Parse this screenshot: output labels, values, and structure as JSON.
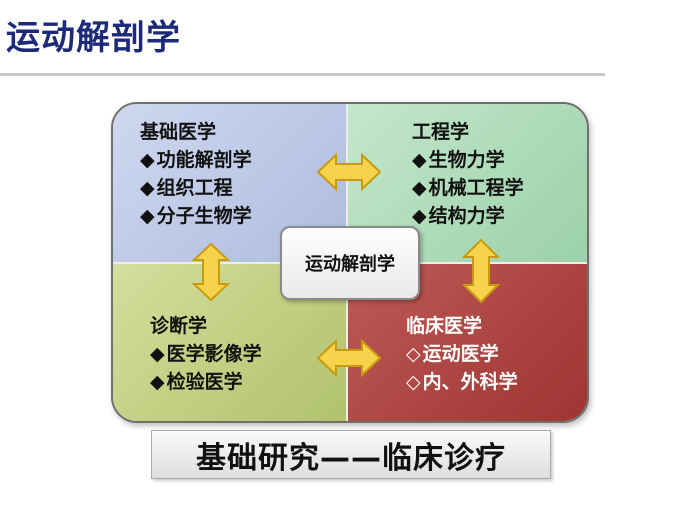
{
  "title": "运动解剖学",
  "center_label": "运动解剖学",
  "quadrants": {
    "basic": {
      "heading": "基础医学",
      "items": [
        "功能解剖学",
        "组织工程",
        "分子生物学"
      ],
      "color": "#aebbdf"
    },
    "engineering": {
      "heading": "工程学",
      "items": [
        "生物力学",
        "机械工程学",
        "结构力学"
      ],
      "color": "#9cd1a8"
    },
    "diagnostics": {
      "heading": "诊断学",
      "items": [
        "医学影像学",
        "检验医学"
      ],
      "color": "#b1c26c"
    },
    "clinical": {
      "heading": "临床医学",
      "items": [
        "运动医学",
        "内、外科学"
      ],
      "color": "#9e3532"
    }
  },
  "banner": "基础研究——临床诊疗",
  "colors": {
    "title": "#1d2a7a",
    "arrow_fill": "#f6d34a",
    "arrow_stroke": "#c99a10"
  },
  "icons": {
    "bullet": "diamond-bullet-icon",
    "arrow": "double-arrow-icon"
  }
}
